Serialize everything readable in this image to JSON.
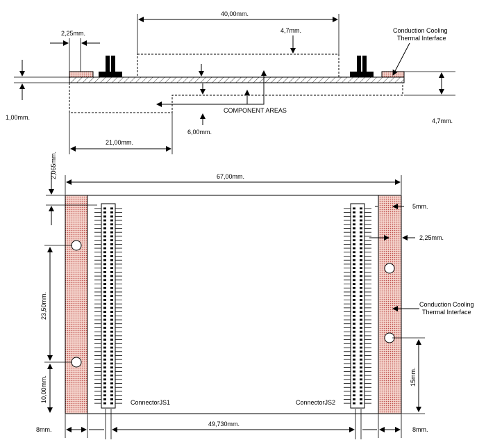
{
  "labels": {
    "dim_40": "40,00mm.",
    "dim_225_top": "2,25mm.",
    "dim_47_top": "4,7mm.",
    "cooling_top_1": "Conduction Cooling",
    "cooling_top_2": "Thermal Interface",
    "dim_100": "1,00mm.",
    "component_areas": "COMPONENT AREAS",
    "dim_600": "6,00mm.",
    "dim_47_right": "4,7mm.",
    "dim_210": "21,00mm.",
    "dim_2065": "2,065mm.",
    "dim_6700": "67,00mm.",
    "dim_5": "5mm.",
    "dim_225_right": "2,25mm.",
    "dim_2350": "23,50mm.",
    "cooling_side_1": "Conduction Cooling",
    "cooling_side_2": "Thermal Interface",
    "dim_15": "15mm.",
    "dim_1000": "10,00mm.",
    "connector_js1": "ConnectorJS1",
    "connector_js2": "ConnectorJS2",
    "dim_8_left": "8mm.",
    "dim_49730": "49,730mm.",
    "dim_8_right": "8mm."
  },
  "colors": {
    "thermal_pad": "#d98b80",
    "board_outline": "#000000",
    "connector_pin": "#000000"
  }
}
